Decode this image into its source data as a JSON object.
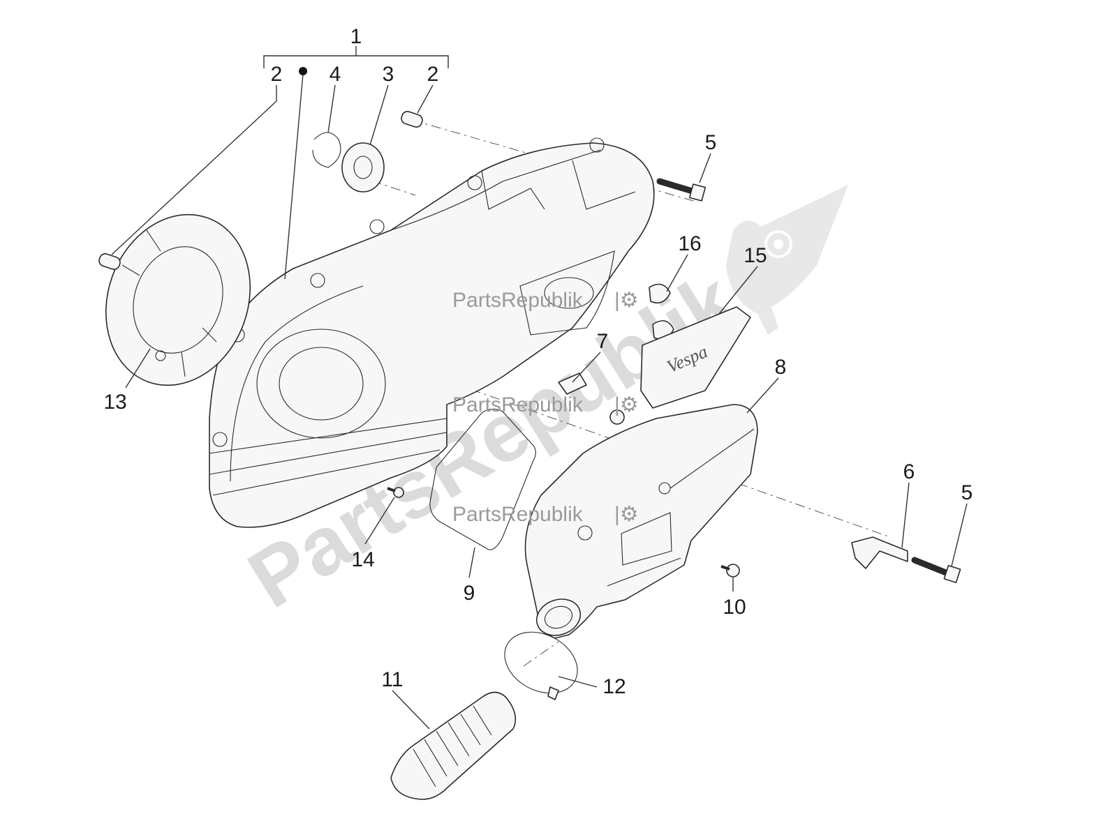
{
  "diagram": {
    "callouts": [
      {
        "id": "c1",
        "label": "1"
      },
      {
        "id": "c2a",
        "label": "2"
      },
      {
        "id": "c2b",
        "label": "2"
      },
      {
        "id": "c3",
        "label": "3"
      },
      {
        "id": "c4",
        "label": "4"
      },
      {
        "id": "c5a",
        "label": "5"
      },
      {
        "id": "c5b",
        "label": "5"
      },
      {
        "id": "c6",
        "label": "6"
      },
      {
        "id": "c7",
        "label": "7"
      },
      {
        "id": "c8",
        "label": "8"
      },
      {
        "id": "c9",
        "label": "9"
      },
      {
        "id": "c10",
        "label": "10"
      },
      {
        "id": "c11",
        "label": "11"
      },
      {
        "id": "c12",
        "label": "12"
      },
      {
        "id": "c13",
        "label": "13"
      },
      {
        "id": "c14",
        "label": "14"
      },
      {
        "id": "c15",
        "label": "15"
      },
      {
        "id": "c16",
        "label": "16"
      }
    ],
    "watermark_large": "PartsRepublik",
    "watermark_small": "PartsRepublik",
    "cover_logo": "Vespa"
  }
}
